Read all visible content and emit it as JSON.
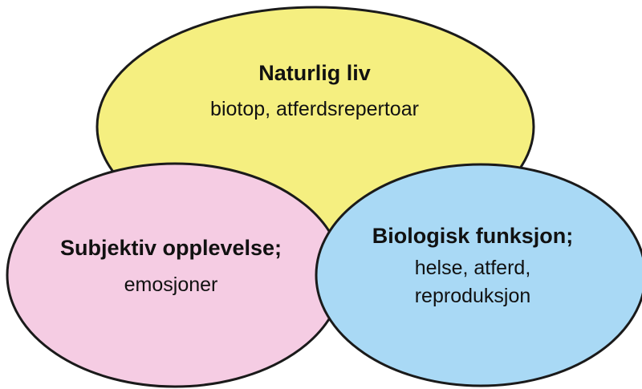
{
  "diagram": {
    "top": {
      "title": "Naturlig liv",
      "lines": [
        "biotop, atferdsrepertoar"
      ],
      "fill": "#f5ef80"
    },
    "left": {
      "title": "Subjektiv opplevelse;",
      "lines": [
        "emosjoner"
      ],
      "fill": "#f5cce3"
    },
    "right": {
      "title": "Biologisk funksjon;",
      "lines": [
        "helse, atferd,",
        "reproduksjon"
      ],
      "fill": "#a9d9f5"
    },
    "stroke": "#1a1a1a"
  }
}
